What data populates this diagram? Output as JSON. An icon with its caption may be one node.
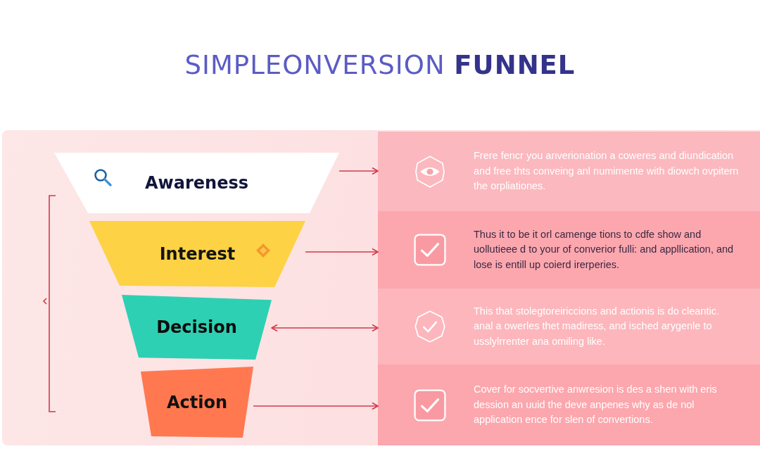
{
  "diagram": {
    "title": "SIMPLEONVERSION **FUNNEL**",
    "nodes": [
      {
        "text": [
          "Awareness"
        ]
      },
      {
        "text": [
          "Interest"
        ]
      },
      {
        "text": [
          "Decision"
        ]
      },
      {
        "text": [
          "Action"
        ]
      },
      {
        "text": [
          "Frere fencr you anverionation a coweres and diundication and free thts conveing anl numimente with diowch ovpitern the orpliationes."
        ]
      },
      {
        "text": [
          "Thus it to be it orl camenge tions to cdfe show and uollutieee d to your of converior fulli: and appllication, and lose is entill up coierd irerperies."
        ]
      },
      {
        "text": [
          "This that stolegtoreiriccions and actionis is do cleantic. anal a owerles thet madiress, and isched arygenle to usslylrrenter ana omiling like."
        ]
      },
      {
        "text": [
          "Cover for socvertive anwresion is des a shen with eris dession an uuid the deve anpenes why as de nol application ence for slen of convertions."
        ]
      }
    ],
    "edges": [
      {
        "from": 0,
        "to": 4,
        "arrow": "to"
      },
      {
        "from": 1,
        "to": 5,
        "arrow": "to"
      },
      {
        "from": 2,
        "to": 6,
        "arrow": "both"
      },
      {
        "from": 3,
        "to": 7,
        "arrow": "to"
      }
    ]
  }
}
